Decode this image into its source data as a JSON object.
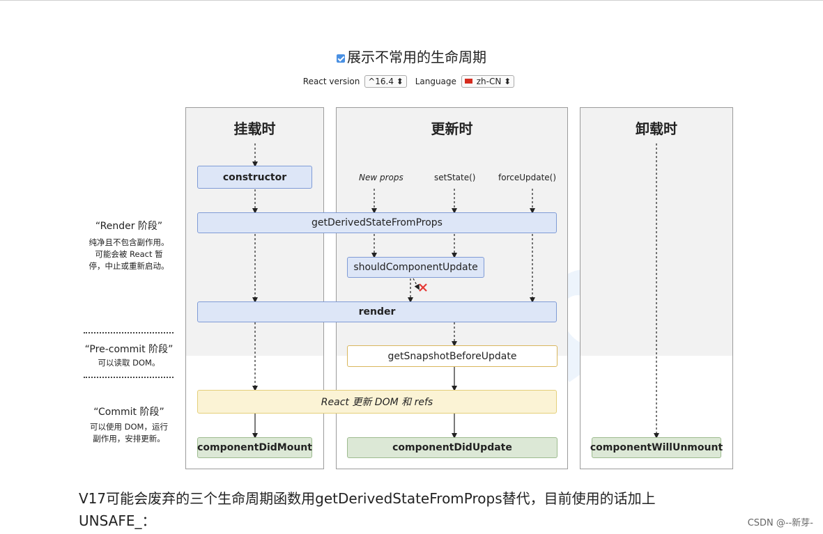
{
  "header": {
    "title": "展示不常用的生命周期",
    "react_version_label": "React version",
    "react_version_value": "^16.4",
    "language_label": "Language",
    "language_value": "zh-CN"
  },
  "phases": {
    "render": {
      "title": "“Render 阶段”",
      "desc_1": "纯净且不包含副作用。",
      "desc_2": "可能会被 React 暂",
      "desc_3": "停，中止或重新启动。"
    },
    "precommit": {
      "title": "“Pre-commit 阶段”",
      "desc_1": "可以读取 DOM。"
    },
    "commit": {
      "title": "“Commit 阶段”",
      "desc_1": "可以使用 DOM，运行",
      "desc_2": "副作用，安排更新。"
    }
  },
  "columns": {
    "mount": "挂载时",
    "update": "更新时",
    "unmount": "卸载时"
  },
  "sources": {
    "new_props": "New props",
    "set_state": "setState()",
    "force_update": "forceUpdate()"
  },
  "methods": {
    "constructor": "constructor",
    "get_derived": "getDerivedStateFromProps",
    "should_update": "shouldComponentUpdate",
    "render": "render",
    "snapshot": "getSnapshotBeforeUpdate",
    "react_update": "React 更新 DOM 和 refs",
    "did_mount": "componentDidMount",
    "did_update": "componentDidUpdate",
    "will_unmount": "componentWillUnmount"
  },
  "content": {
    "paragraph_line1": "V17可能会废弃的三个生命周期函数用getDerivedStateFromProps替代，目前使用的话加上",
    "paragraph_line2": "UNSAFE_："
  },
  "footer": {
    "credit": "CSDN @--新芽-"
  },
  "colors": {
    "accent_blue": "#4a90e2",
    "blue_box": "#dde6f7",
    "yellow_box": "#fbf3d5",
    "green_box": "#dce8d6",
    "cross_red": "#e53935"
  }
}
